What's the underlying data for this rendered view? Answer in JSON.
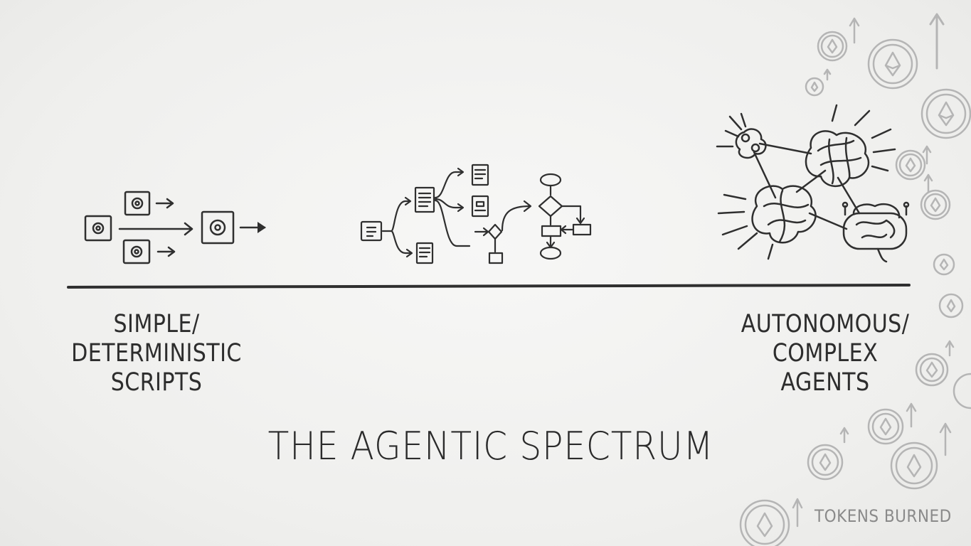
{
  "title": "THE AGENTIC SPECTRUM",
  "left_label": {
    "line1": "SIMPLE/",
    "line2": "DETERMINISTIC",
    "line3": "SCRIPTS"
  },
  "right_label": {
    "line1": "AUTONOMOUS/",
    "line2": "COMPLEX",
    "line3": "AGENTS"
  },
  "tokens_label": "TOKENS BURNED",
  "icons": {
    "left": "gear-pipeline-icon",
    "middle": "workflow-flowchart-icon",
    "right": "agent-network-brain-icon",
    "coins": "token-coin-icon"
  },
  "colors": {
    "ink": "#2f2f2f",
    "coin": "#b5b5b5",
    "background": "#f2f2f1"
  }
}
